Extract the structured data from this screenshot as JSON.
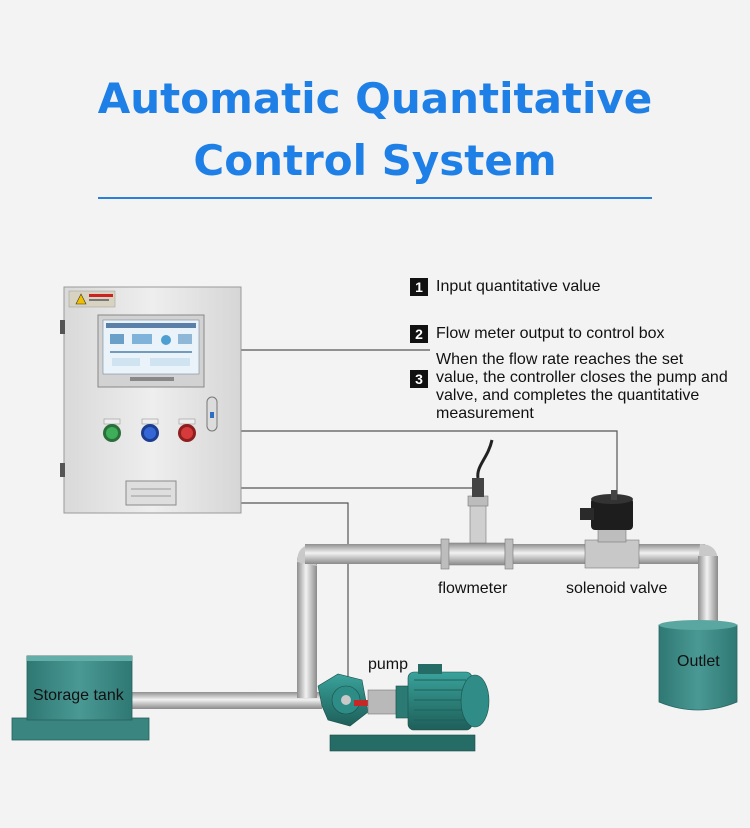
{
  "title": {
    "line1": "Automatic Quantitative",
    "line2": "Control System"
  },
  "steps": [
    {
      "num": "1",
      "text": "Input quantitative value"
    },
    {
      "num": "2",
      "text": "Flow meter output to control box"
    },
    {
      "num": "3",
      "text": "When the flow rate reaches the set value, the controller closes the pump and valve, and completes the quantitative measurement"
    }
  ],
  "labels": {
    "flowmeter": "flowmeter",
    "solenoid_valve": "solenoid valve",
    "pump": "pump",
    "outlet": "Outlet",
    "storage_tank": "Storage tank"
  },
  "colors": {
    "title": "#1e7fe6",
    "tank": "#3f8f8b",
    "pump": "#2f8c86",
    "pipe": "#b7b7b7",
    "cabinet": "#e8e8e8"
  }
}
